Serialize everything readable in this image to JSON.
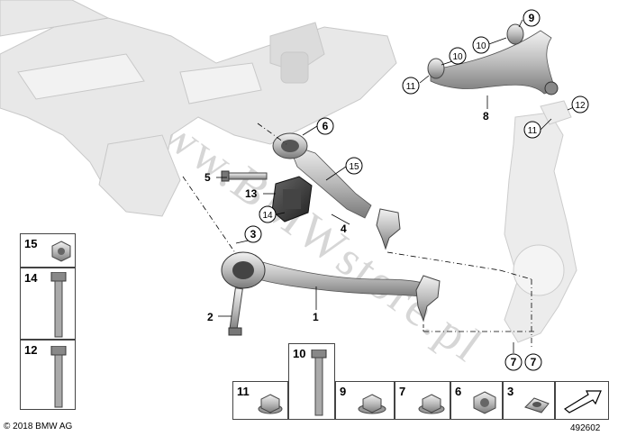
{
  "callouts": {
    "c1": "1",
    "c2": "2",
    "c3": "3",
    "c4": "4",
    "c5": "5",
    "c6": "6",
    "c7a": "7",
    "c7b": "7",
    "c8": "8",
    "c9": "9",
    "c10": "10",
    "c11a": "11",
    "c11b": "11",
    "c12": "12",
    "c13": "13",
    "c14": "14",
    "c15": "15"
  },
  "parts_boxes": {
    "b15": "15",
    "b14": "14",
    "b12": "12",
    "b10": "10",
    "b11": "11",
    "b9": "9",
    "b7": "7",
    "b6": "6",
    "b3": "3"
  },
  "footer": {
    "copyright": "© 2018 BMW AG",
    "diagram_number": "492602"
  },
  "watermark": "www.BMWstore.pl",
  "icons": [
    "nav-arrow-icon"
  ]
}
